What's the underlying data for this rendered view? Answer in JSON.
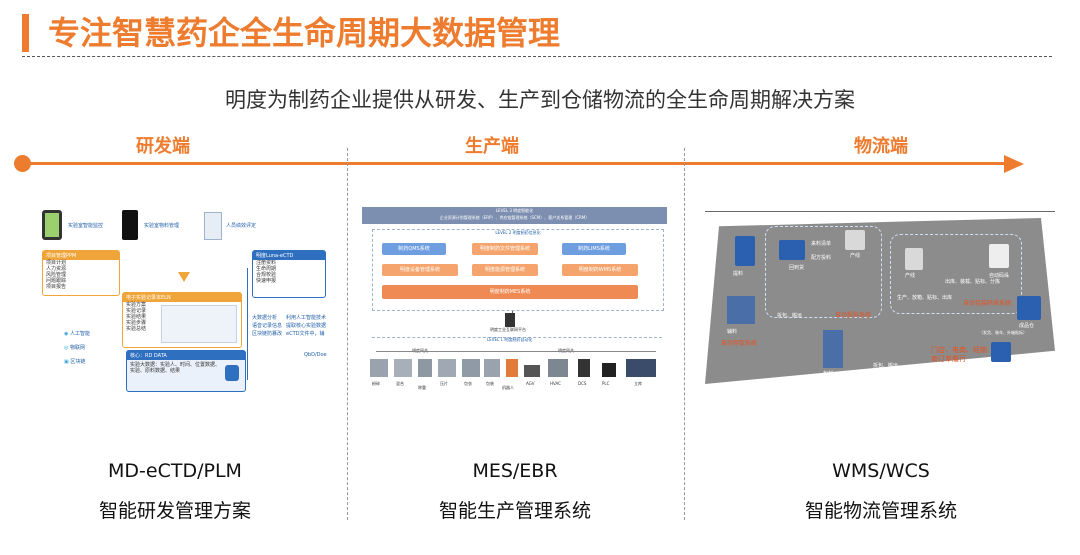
{
  "header": {
    "title": "专注智慧药企全生命周期大数据管理",
    "subtitle": "明度为制药企业提供从研发、生产到仓储物流的全生命周期解决方案"
  },
  "stages": [
    {
      "label": "研发端"
    },
    {
      "label": "生产端"
    },
    {
      "label": "物流端"
    }
  ],
  "panels": [
    {
      "name": "MD-eCTD/PLM",
      "desc": "智能研发管理方案",
      "diagram": {
        "top_items": [
          "实验室智能监控",
          "实验室物料管理",
          "人员绩效评定"
        ],
        "ppm_title": "项目管理PPM",
        "ppm_items": [
          "项目计划",
          "人力资源",
          "风险管理",
          "问题跟踪",
          "项目报告"
        ],
        "eln_title": "电子实验记录本ELN",
        "eln_items": [
          "实验方案",
          "实验记录",
          "实验结果",
          "实验步骤",
          "实验总结"
        ],
        "ectd_title": "明度Luna-eCTD",
        "ectd_items": [
          "注册资料",
          "生命周期",
          "合规校验",
          "快速申报"
        ],
        "mid_items": [
          "大数据分析",
          "语音记录信息",
          "区块链防篡改"
        ],
        "right_items": [
          "利用人工智能技术",
          "提取核心实验数据",
          "eCTD文件中，辅"
        ],
        "bigdata_title": "核心：RD DATA",
        "bigdata_text": "实验大数据：实验人、时间、位置数据、实验、原料数据、结果",
        "left_icons": [
          "人工智能",
          "物联网",
          "区块链"
        ],
        "corner": "QbD/Doe"
      }
    },
    {
      "name": "MES/EBR",
      "desc": "智能生产管理系统",
      "diagram": {
        "level3_title": "LEVEL 3 明度智能化",
        "level3_text": "企业资源计划管理系统（ERP）、供应链管理系统（SCM）、客户关系管理（CRM）",
        "level2_title": "LEVEL 2 明度制药信息化",
        "modules": [
          {
            "label": "制药QMS系统",
            "color": "blue"
          },
          {
            "label": "明度制药文件管理系统",
            "color": "orange"
          },
          {
            "label": "制药LIMS系统",
            "color": "blue"
          },
          {
            "label": "明度设备管理系统",
            "color": "orange"
          },
          {
            "label": "明度能源管理系统",
            "color": "orange"
          },
          {
            "label": "明度制药WMS系统",
            "color": "orange"
          }
        ],
        "mes_bar": "明度制药MES系统",
        "platform": "明度工业互联网平台",
        "level1_title": "LEVEL 1 明度制药自动化",
        "gateway1": "明度网关",
        "gateway2": "明度网关",
        "devices": [
          "粉碎",
          "混合",
          "称重",
          "压片",
          "包衣",
          "包装",
          "机器人",
          "AGV",
          "HVAC",
          "DCS",
          "PLC",
          "立库"
        ]
      }
    },
    {
      "name": "WMS/WCS",
      "desc": "智能物流管理系统",
      "diagram": {
        "labels": [
          "提料",
          "回到货",
          "来料清单",
          "配方投料",
          "产线",
          "辅料",
          "拆包、搬运",
          "自动投料系统",
          "产线",
          "生产、放箱、贴标、出库",
          "自动包装码垛系统",
          "自动码垛",
          "出库、装载、贴标、分拣",
          "自动存取系统",
          "包材",
          "拆包、搬运",
          "门店、电商、经销商订单履行",
          "成品仓",
          "订单发货",
          "（发货、装车、外箱贴标）"
        ]
      }
    }
  ],
  "colors": {
    "accent": "#ee7c2f",
    "blue": "#2f6fbf"
  }
}
